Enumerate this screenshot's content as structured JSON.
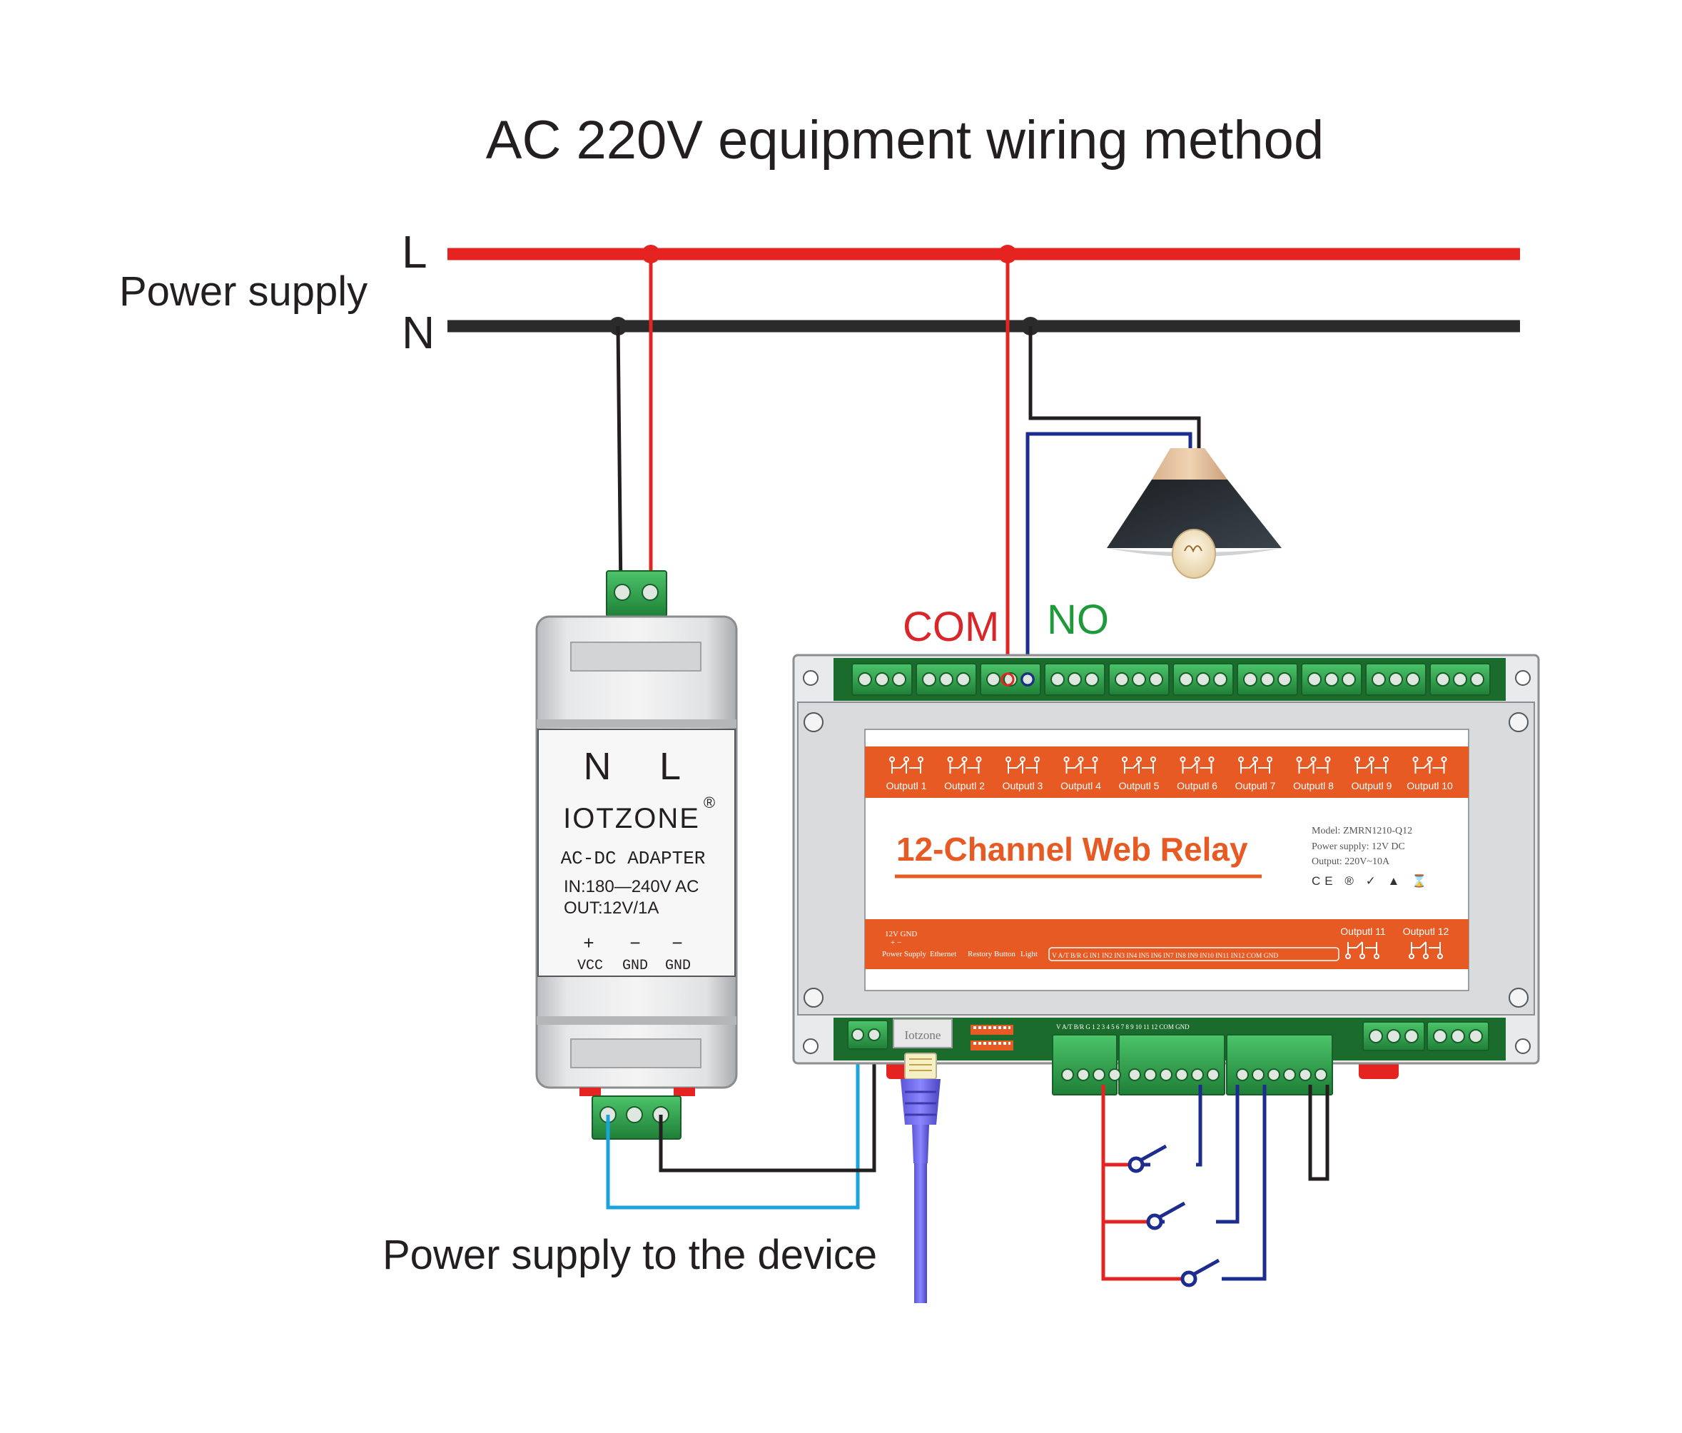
{
  "title": "AC 220V equipment wiring method",
  "power_supply": {
    "label": "Power supply",
    "line_label": "L",
    "neutral_label": "N"
  },
  "relay_terminals": {
    "com_label": "COM",
    "no_label": "NO"
  },
  "adapter": {
    "n_label": "N",
    "l_label": "L",
    "brand": "IOTZONE",
    "registered": "®",
    "type": "AC-DC ADAPTER",
    "input": "IN:180—240V AC",
    "output": "OUT:12V/1A",
    "out_plus": "+",
    "out_minus_1": "−",
    "out_minus_2": "−",
    "out_vcc": "VCC",
    "out_gnd_1": "GND",
    "out_gnd_2": "GND"
  },
  "relay": {
    "name": "12-Channel Web Relay",
    "model": "Model: ZMRN1210-Q12",
    "power": "Power supply: 12V DC",
    "rating": "Output: 220V~10A",
    "certs": "CE ® ✓ ▲ ⌛",
    "outputs": [
      "Outputl 1",
      "Outputl 2",
      "Outputl 3",
      "Outputl 4",
      "Outputl 5",
      "Outputl 6",
      "Outputl 7",
      "Outputl 8",
      "Outputl 9",
      "Outputl 10"
    ],
    "outputs_lower": [
      "Outputl 11",
      "Outputl 12"
    ],
    "bottom_labels": {
      "power_12v": "12V GND",
      "power_pm": "+  −",
      "power_supply": "Power Supply",
      "ethernet": "Ethernet",
      "restore": "Restory Button",
      "light": "Light",
      "inputs": "V  A/T  B/R  G  IN1  IN2  IN3  IN4  IN5  IN6  IN7  IN8  IN9  IN10  IN11  IN12  COM  GND"
    },
    "base_labels": "V  A/T  B/R  G     1    2    3    4    5    6    7     8    9   10   11   12  COM GND",
    "rj45_brand": "Iotzone"
  },
  "device_power_label": "Power supply to the device",
  "colors": {
    "live": "#e52421",
    "neutral": "#3a3a3a",
    "signal_blue": "#1d2c8f",
    "power_blue": "#1aa3dc",
    "relay_orange": "#e85a23",
    "terminal_green": "#2e9a4a",
    "com_red": "#d9262a",
    "no_green": "#1e9a3b"
  },
  "icons": [
    "pendant-lamp-icon",
    "ethernet-cable-icon",
    "switch-icon",
    "screw-icon"
  ]
}
